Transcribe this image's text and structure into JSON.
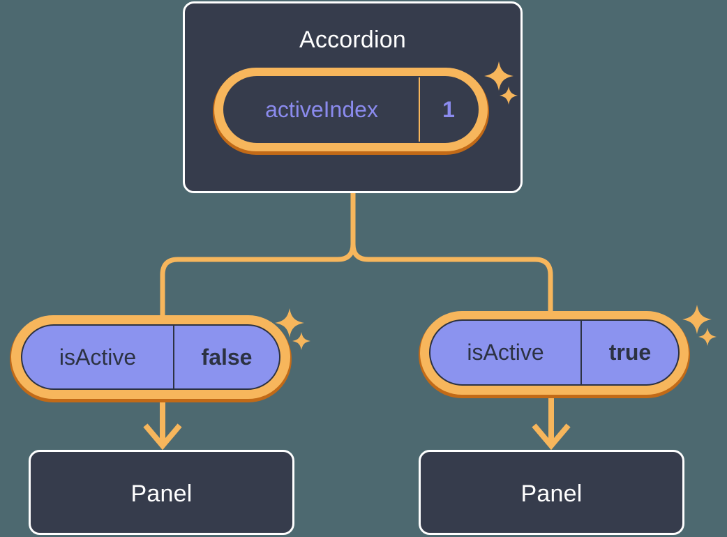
{
  "diagram": {
    "title_semantic": "react-component-state-tree",
    "background_color": "#4d6970",
    "accent_amber": "#f7b65c",
    "accent_orange": "#c26a17",
    "node_fill": "#363c4c",
    "node_border": "#ffffff",
    "state_fill": "#8b93ef",
    "state_text_dark": "#2c3242",
    "state_text_violet": "#8b8bee"
  },
  "root": {
    "label": "Accordion",
    "state": {
      "key": "activeIndex",
      "value": "1"
    }
  },
  "branches": [
    {
      "side": "left",
      "state": {
        "key": "isActive",
        "value": "false"
      },
      "child": {
        "label": "Panel"
      }
    },
    {
      "side": "right",
      "state": {
        "key": "isActive",
        "value": "true"
      },
      "child": {
        "label": "Panel"
      }
    }
  ]
}
